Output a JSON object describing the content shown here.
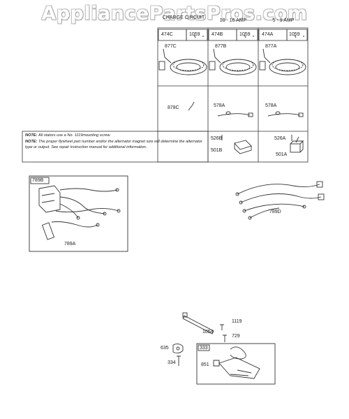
{
  "watermark": "AppliancePartsPros.com",
  "stator_table": {
    "columns": [
      {
        "header": "CHARGE CIRCUIT",
        "part_a": "474C",
        "part_b": "1059",
        "stator": "877C",
        "lead": "878C"
      },
      {
        "header": "10 - 16 AMP",
        "part_a": "474B",
        "part_b": "1059",
        "stator": "877B",
        "lead": "578A",
        "screw": "526B",
        "module": "501B"
      },
      {
        "header": "5 - 9 AMP",
        "part_a": "474A",
        "part_b": "1059",
        "stator": "877A",
        "lead": "578A",
        "screw": "526A",
        "module": "501A"
      }
    ]
  },
  "notes": [
    {
      "label": "NOTE:",
      "text": "All stators use a No. 1119mounting screw."
    },
    {
      "label": "NOTE:",
      "text": "The proper flywheel part number and/or the alternator magnet size will determine the alternator type or output. See repair instruction manual for additional information."
    }
  ],
  "harness_box": {
    "box_label": "789B",
    "harness_label": "789A"
  },
  "harness_right": {
    "label": "789D"
  },
  "hardware": {
    "tie": "1054",
    "screw_a": "1119",
    "bolt": "729",
    "bracket_box": "333",
    "clamp": "635",
    "screw_b": "334",
    "nut": "851"
  }
}
